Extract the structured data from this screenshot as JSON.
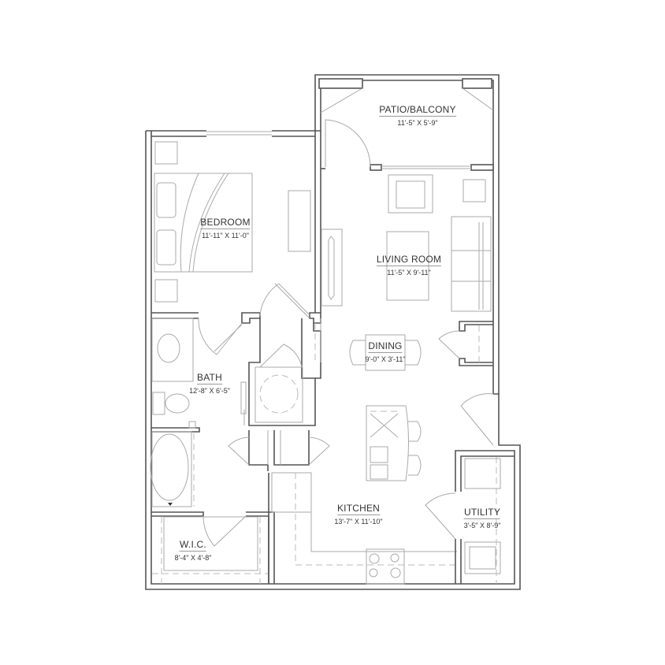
{
  "floor_plan": {
    "colors": {
      "wall": "#555555",
      "fixture": "#aaaaaa",
      "text": "#333333",
      "background": "#ffffff"
    },
    "rooms": [
      {
        "id": "patio",
        "name": "PATIO/BALCONY",
        "dimensions": "11'-5\" X 5'-9\""
      },
      {
        "id": "bedroom",
        "name": "BEDROOM",
        "dimensions": "11'-11\" X 11'-0\""
      },
      {
        "id": "living",
        "name": "LIVING ROOM",
        "dimensions": "11'-5\" X 9'-11\""
      },
      {
        "id": "dining",
        "name": "DINING",
        "dimensions": "9'-0\" X 3'-11\""
      },
      {
        "id": "bath",
        "name": "BATH",
        "dimensions": "12'-8\" X 6'-5\""
      },
      {
        "id": "kitchen",
        "name": "KITCHEN",
        "dimensions": "13'-7\" X 11'-10\""
      },
      {
        "id": "utility",
        "name": "UTILITY",
        "dimensions": "3'-5\" X 8'-9\""
      },
      {
        "id": "wic",
        "name": "W.I.C.",
        "dimensions": "8'-4\" X 4'-8\""
      }
    ]
  }
}
